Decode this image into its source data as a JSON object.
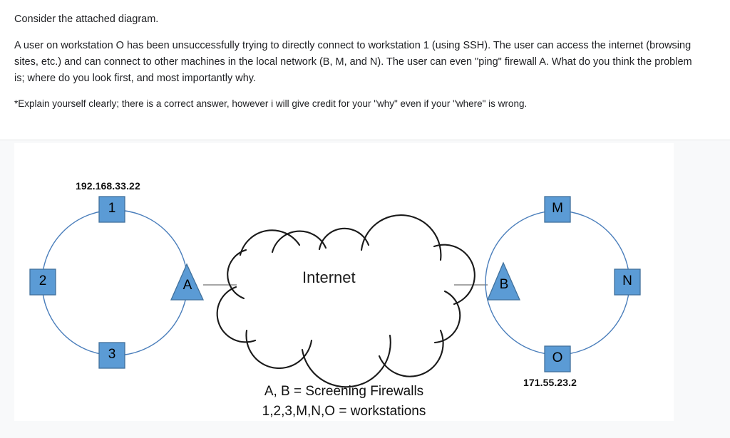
{
  "question": {
    "intro": "Consider the attached diagram.",
    "body": "A user on workstation O has been unsuccessfully trying to directly connect to workstation 1 (using SSH).  The user can access the internet (browsing sites, etc.) and can connect to other machines in the local network (B, M, and N).  The user can even \"ping\" firewall A.  What do you think the problem is; where do you look first, and most importantly why.",
    "note": "*Explain yourself clearly; there is a correct answer, however i will give credit for your \"why\" even if your \"where\" is wrong."
  },
  "diagram": {
    "cloud_label": "Internet",
    "left_network": {
      "ip_label": "192.168.33.22",
      "nodes": [
        {
          "label": "1",
          "shape": "square",
          "position": "top"
        },
        {
          "label": "2",
          "shape": "square",
          "position": "left"
        },
        {
          "label": "3",
          "shape": "square",
          "position": "bottom"
        },
        {
          "label": "A",
          "shape": "triangle",
          "position": "right"
        }
      ]
    },
    "right_network": {
      "ip_label": "171.55.23.2",
      "nodes": [
        {
          "label": "M",
          "shape": "square",
          "position": "top"
        },
        {
          "label": "N",
          "shape": "square",
          "position": "right"
        },
        {
          "label": "O",
          "shape": "square",
          "position": "bottom"
        },
        {
          "label": "B",
          "shape": "triangle",
          "position": "left"
        }
      ]
    },
    "legend": [
      "A, B = Screening Firewalls",
      "1,2,3,M,N,O = workstations"
    ],
    "colors": {
      "node_fill": "#5b9bd5",
      "node_stroke": "#41719c",
      "ring_stroke": "#4a7ebb",
      "cloud_stroke": "#1a1a1a",
      "link_stroke": "#8a8a8a",
      "card_background": "#ffffff",
      "page_background": "#f8f9fa"
    }
  }
}
